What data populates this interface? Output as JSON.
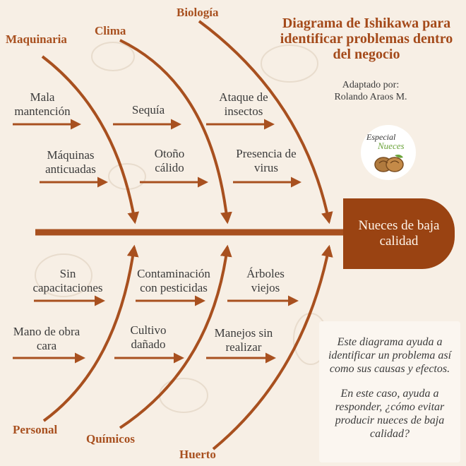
{
  "title": "Diagrama de Ishikawa para identificar problemas dentro del negocio",
  "credit_line1": "Adaptado por:",
  "credit_line2": "Rolando Araos M.",
  "logo_line1": "Especial",
  "logo_line2": "Nueces",
  "effect_line1": "Nueces de baja",
  "effect_line2": "calidad",
  "categories": {
    "maquinaria": "Maquinaria",
    "clima": "Clima",
    "biologia": "Biología",
    "personal": "Personal",
    "quimicos": "Químicos",
    "huerto": "Huerto"
  },
  "causes": {
    "mala_1": "Mala",
    "mala_2": "mantención",
    "maquinas_1": "Máquinas",
    "maquinas_2": "anticuadas",
    "sequia": "Sequía",
    "otono_1": "Otoño",
    "otono_2": "cálido",
    "ataque_1": "Ataque de",
    "ataque_2": "insectos",
    "presencia_1": "Presencia de",
    "presencia_2": "virus",
    "sincap_1": "Sin",
    "sincap_2": "capacitaciones",
    "mano_1": "Mano de obra",
    "mano_2": "cara",
    "contam_1": "Contaminación",
    "contam_2": "con pesticidas",
    "cultivo_1": "Cultivo",
    "cultivo_2": "dañado",
    "arboles_1": "Árboles",
    "arboles_2": "viejos",
    "manejos_1": "Manejos sin",
    "manejos_2": "realizar"
  },
  "note_p1": "Este diagrama ayuda a identificar un problema así como sus causas y efectos.",
  "note_p2": "En este caso, ayuda a responder, ¿cómo evitar producir nueces de baja calidad?",
  "colors": {
    "accent": "#a44a1a",
    "arrow": "#a8501f",
    "effect_box": "#9a4312",
    "background": "#f7efe5"
  }
}
